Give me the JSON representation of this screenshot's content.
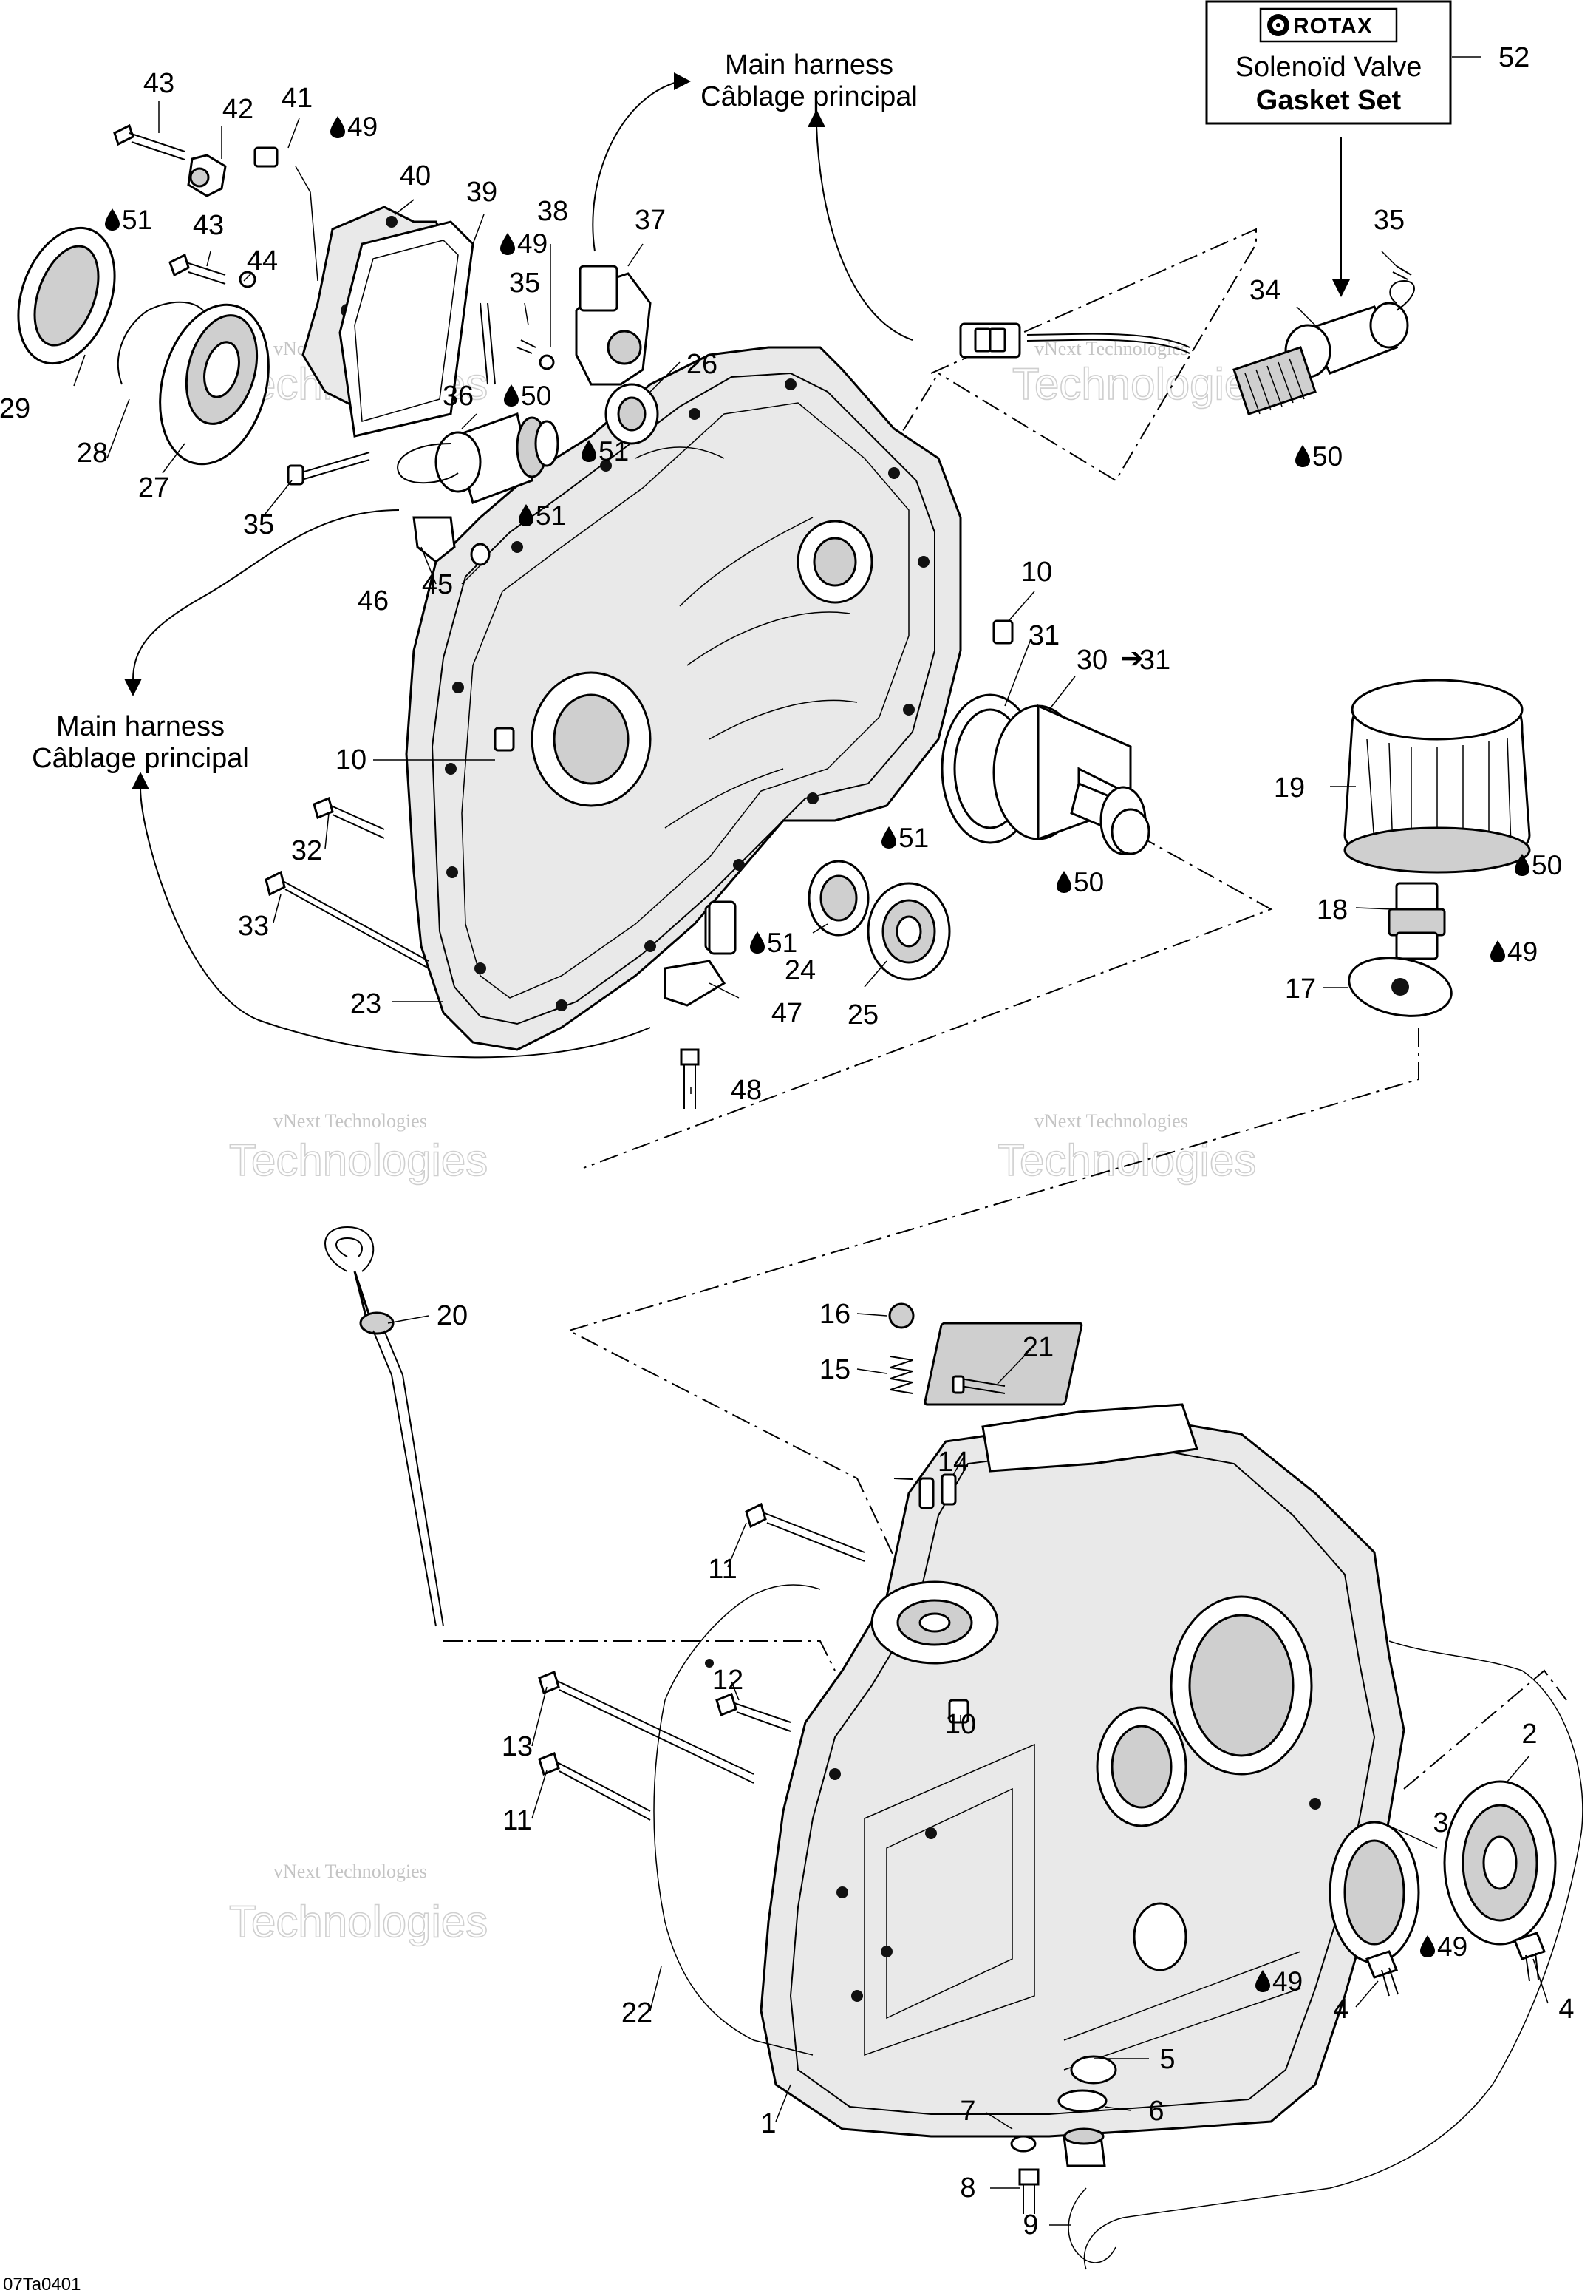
{
  "rotax_box": {
    "logo": "ROTAX",
    "line1": "Solenoïd Valve",
    "line2": "Gasket Set",
    "part_number": "52"
  },
  "harness_top": {
    "line1": "Main harness",
    "line2": "Câblage principal"
  },
  "harness_left": {
    "line1": "Main harness",
    "line2": "Câblage principal"
  },
  "drop_notes": [
    "49",
    "51",
    "49",
    "50",
    "51",
    "51",
    "50",
    "51",
    "50",
    "51",
    "50",
    "49",
    "49",
    "49"
  ],
  "callouts": [
    "43",
    "42",
    "41",
    "40",
    "39",
    "38",
    "37",
    "43",
    "44",
    "29",
    "28",
    "27",
    "35",
    "36",
    "26",
    "35",
    "46",
    "45",
    "34",
    "35",
    "10",
    "31",
    "30",
    "31",
    "10",
    "32",
    "33",
    "23",
    "47",
    "48",
    "24",
    "25",
    "19",
    "18",
    "17",
    "20",
    "16",
    "15",
    "21",
    "14",
    "11",
    "12",
    "10",
    "13",
    "11",
    "22",
    "1",
    "3",
    "2",
    "4",
    "4",
    "5",
    "6",
    "7",
    "8",
    "9"
  ],
  "watermark": {
    "line1": "vNext Technologies",
    "line2": "Technologies"
  },
  "figure_ref": "07Ta0401"
}
